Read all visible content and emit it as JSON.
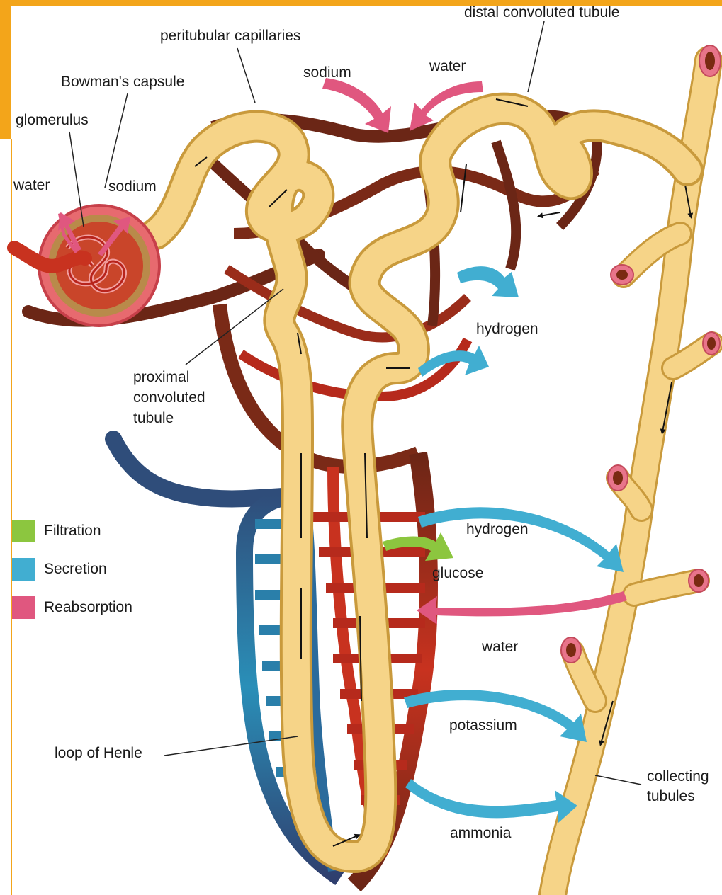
{
  "labels": {
    "distal": "distal convoluted tubule",
    "peritubular": "peritubular capillaries",
    "bowman": "Bowman's capsule",
    "glomerulus": "glomerulus",
    "water_left": "water",
    "sodium_left": "sodium",
    "sodium_top": "sodium",
    "water_top": "water",
    "hydrogen_upper": "hydrogen",
    "proximal": "proximal\nconvoluted\ntubule",
    "hydrogen_lower": "hydrogen",
    "glucose": "glucose",
    "water_lower": "water",
    "potassium": "potassium",
    "loop": "loop of Henle",
    "collecting": "collecting\ntubules",
    "ammonia": "ammonia"
  },
  "legend": [
    {
      "label": "Filtration",
      "color": "#8cc63f"
    },
    {
      "label": "Secretion",
      "color": "#41aed1"
    },
    {
      "label": "Reabsorption",
      "color": "#e0577f"
    }
  ],
  "colors": {
    "tubule": "#f6d488",
    "tubule_edge": "#c99a3c",
    "vessel_dark": "#6b2616",
    "vessel_red": "#d5301f",
    "vessel_blue": "#2f4d7a",
    "frame": "#f3a51a"
  }
}
